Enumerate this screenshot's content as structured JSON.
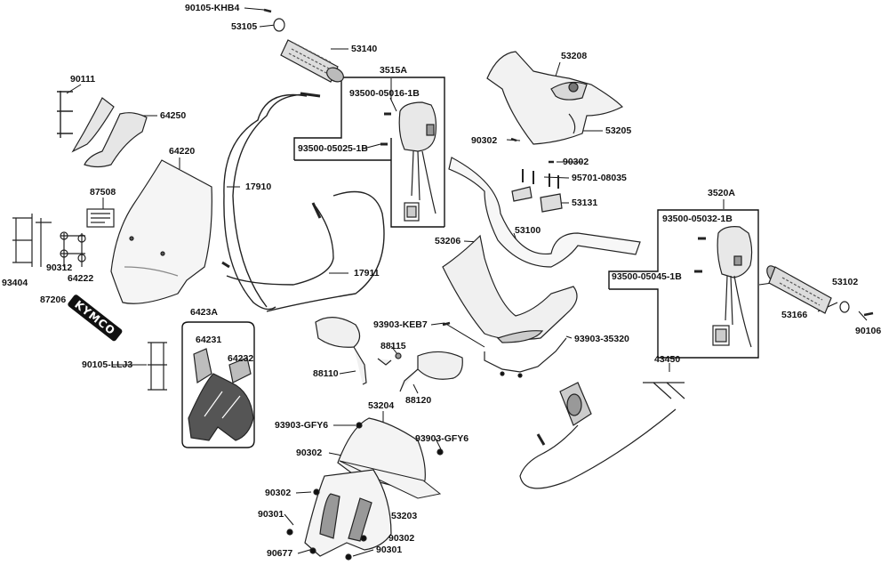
{
  "labels": {
    "p90105_khb4": "90105-KHB4",
    "p53105": "53105",
    "p53140": "53140",
    "p3515a": "3515A",
    "p93500_05016": "93500-05016-1B",
    "p93500_05025": "93500-05025-1B",
    "p53208": "53208",
    "p53205": "53205",
    "p90302_a": "90302",
    "p90302_b": "90302",
    "p95701": "95701-08035",
    "p53131": "53131",
    "p90111": "90111",
    "p64250": "64250",
    "p64220": "64220",
    "p17910": "17910",
    "p87508": "87508",
    "p90312": "90312",
    "p64222": "64222",
    "p93404": "93404",
    "p87206": "87206",
    "p17911": "17911",
    "p53206": "53206",
    "p53100": "53100",
    "p3520a": "3520A",
    "p93500_05032": "93500-05032-1B",
    "p93500_05045": "93500-05045-1B",
    "p53102": "53102",
    "p53166": "53166",
    "p90106": "90106",
    "p6423a": "6423A",
    "p64231": "64231",
    "p64232": "64232",
    "p90105_llj3": "90105-LLJ3",
    "p93903_keb7": "93903-KEB7",
    "p88115": "88115",
    "p88110": "88110",
    "p88120": "88120",
    "p93903_35320": "93903-35320",
    "p43450": "43450",
    "p53204": "53204",
    "p93903_gfy6_a": "93903-GFY6",
    "p93903_gfy6_b": "93903-GFY6",
    "p90302_c": "90302",
    "p90302_d": "90302",
    "p90301_a": "90301",
    "p53203": "53203",
    "p90302_e": "90302",
    "p90677": "90677",
    "p90301_b": "90301"
  },
  "logo_text": "KYMCO"
}
